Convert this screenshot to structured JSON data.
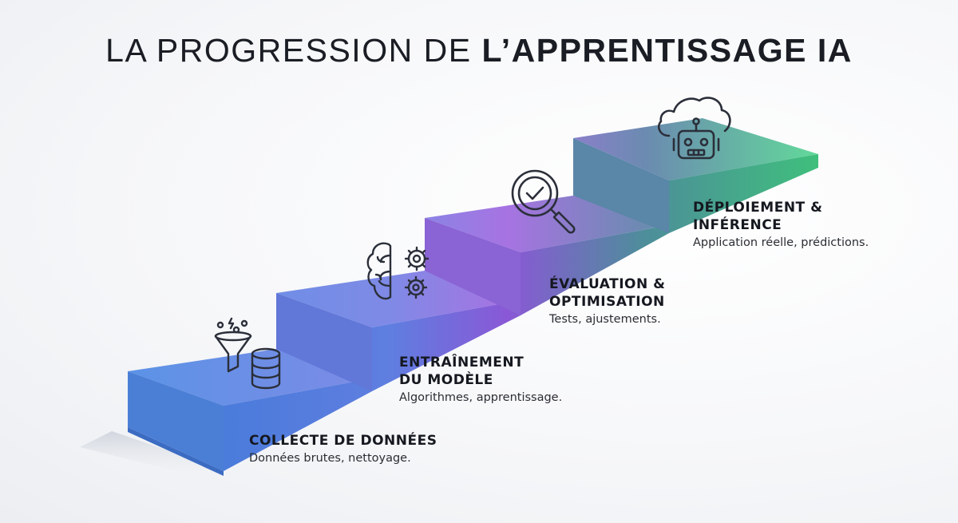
{
  "title": {
    "part1": "LA PROGRESSION DE ",
    "part2": "L’APPRENTISSAGE IA"
  },
  "steps": [
    {
      "title": "COLLECTE DE DONNÉES",
      "description": "Données brutes, nettoyage.",
      "icon": "funnel-database-icon",
      "color": "#4a84de"
    },
    {
      "title": "ENTRAÎNEMENT\nDU MODÈLE",
      "description": "Algorithmes, apprentissage.",
      "icon": "brain-gears-icon",
      "color": "#6b7fe0"
    },
    {
      "title": "ÉVALUATION &\nOPTIMISATION",
      "description": "Tests, ajustements.",
      "icon": "magnifier-check-icon",
      "color": "#8f5fd8"
    },
    {
      "title": "DÉPLOIEMENT &\nINFÉRENCE",
      "description": "Application réelle, prédictions.",
      "icon": "cloud-robot-icon",
      "color": "#4dc98a"
    }
  ],
  "colors": {
    "blue": "#4a84de",
    "purple": "#9a5fd8",
    "green": "#4fd08f",
    "icon_stroke": "#2b2f3a"
  }
}
